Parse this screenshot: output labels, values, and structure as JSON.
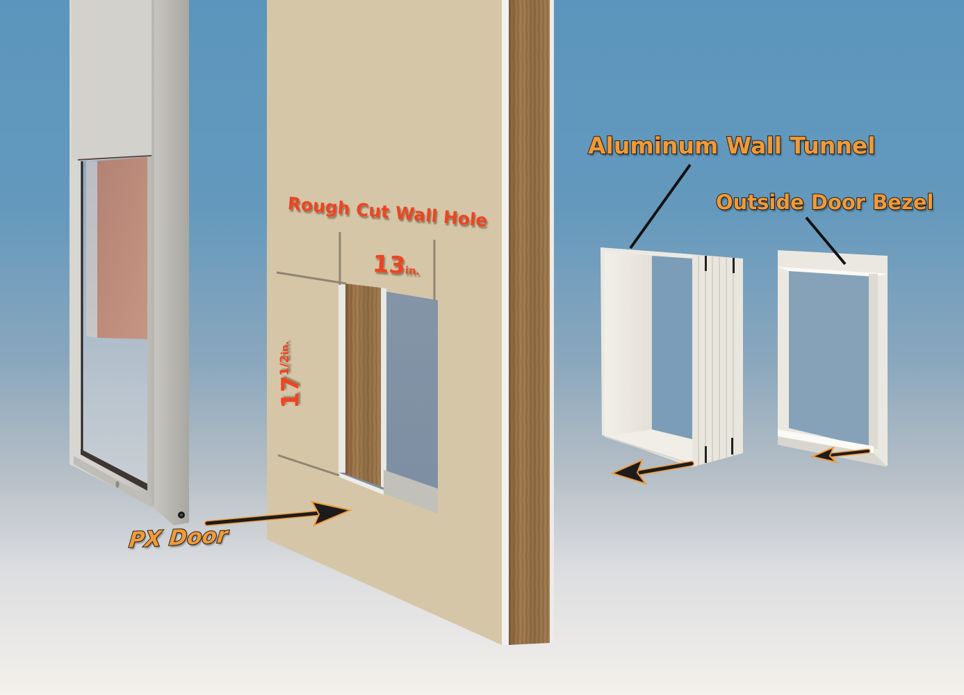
{
  "diagram": {
    "subject": "Pet door wall installation components",
    "background": {
      "top_color": "#5b95bd",
      "bottom_color": "#f4f1ec"
    },
    "components": [
      {
        "id": "px-door",
        "label": "PX Door",
        "color": "#cfcdc6",
        "flap_color": "#b98676"
      },
      {
        "id": "wall",
        "label": "Rough Cut Wall Hole",
        "surface_color": "#d5c6a8",
        "stud_color": "#8b6a42"
      },
      {
        "id": "wall-tunnel",
        "label": "Aluminum Wall Tunnel",
        "color": "#efece4"
      },
      {
        "id": "door-bezel",
        "label": "Outside Door Bezel",
        "color": "#efece4"
      }
    ],
    "labels": {
      "px_door": "PX Door",
      "rough_cut": "Rough Cut Wall Hole",
      "tunnel": "Aluminum Wall Tunnel",
      "bezel": "Outside Door Bezel"
    },
    "dimensions": {
      "width_value": "13",
      "width_unit": "in.",
      "height_value": "17",
      "height_fraction": "1/2",
      "height_unit": "in."
    },
    "arrows": [
      {
        "from": "PX Door label",
        "to": "wall"
      },
      {
        "from": "wall tunnel",
        "direction": "left"
      },
      {
        "from": "door bezel",
        "direction": "left"
      }
    ],
    "colors": {
      "label_orange": "#ef9a3a",
      "label_outline": "#2a1c10",
      "dimension_red": "#ee4422",
      "arrow_black": "#1c1c1c"
    }
  }
}
